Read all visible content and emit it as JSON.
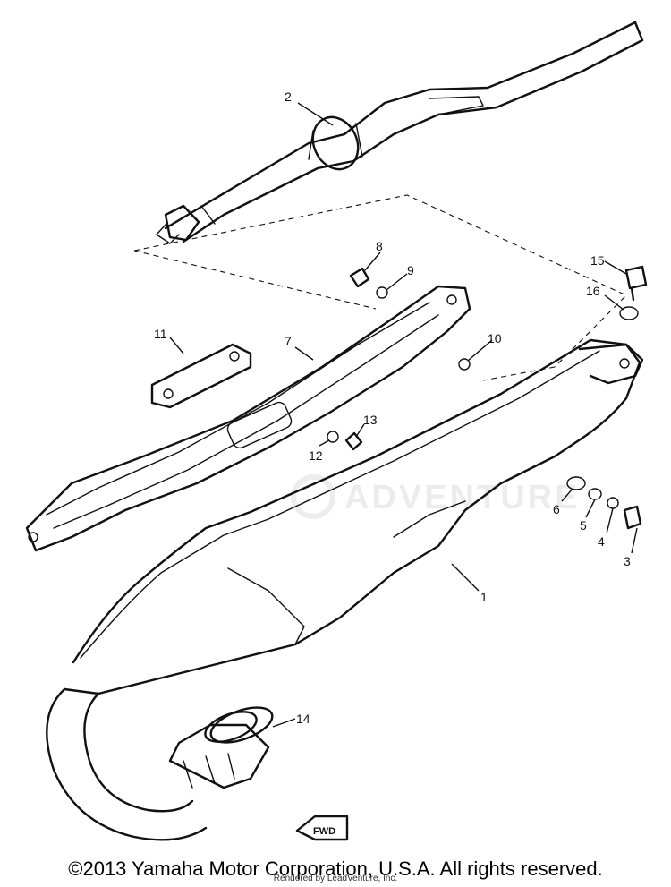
{
  "diagram": {
    "callouts": [
      "1",
      "2",
      "3",
      "4",
      "5",
      "6",
      "7",
      "8",
      "9",
      "10",
      "11",
      "12",
      "13",
      "14",
      "15",
      "16"
    ],
    "fwd_label": "FWD",
    "watermark": "ADVENTURE"
  },
  "footer": {
    "copyright": "©2013 Yamaha Motor Corporation, U.S.A. All rights reserved.",
    "rendered_by": "Rendered by LeadVenture, Inc."
  }
}
